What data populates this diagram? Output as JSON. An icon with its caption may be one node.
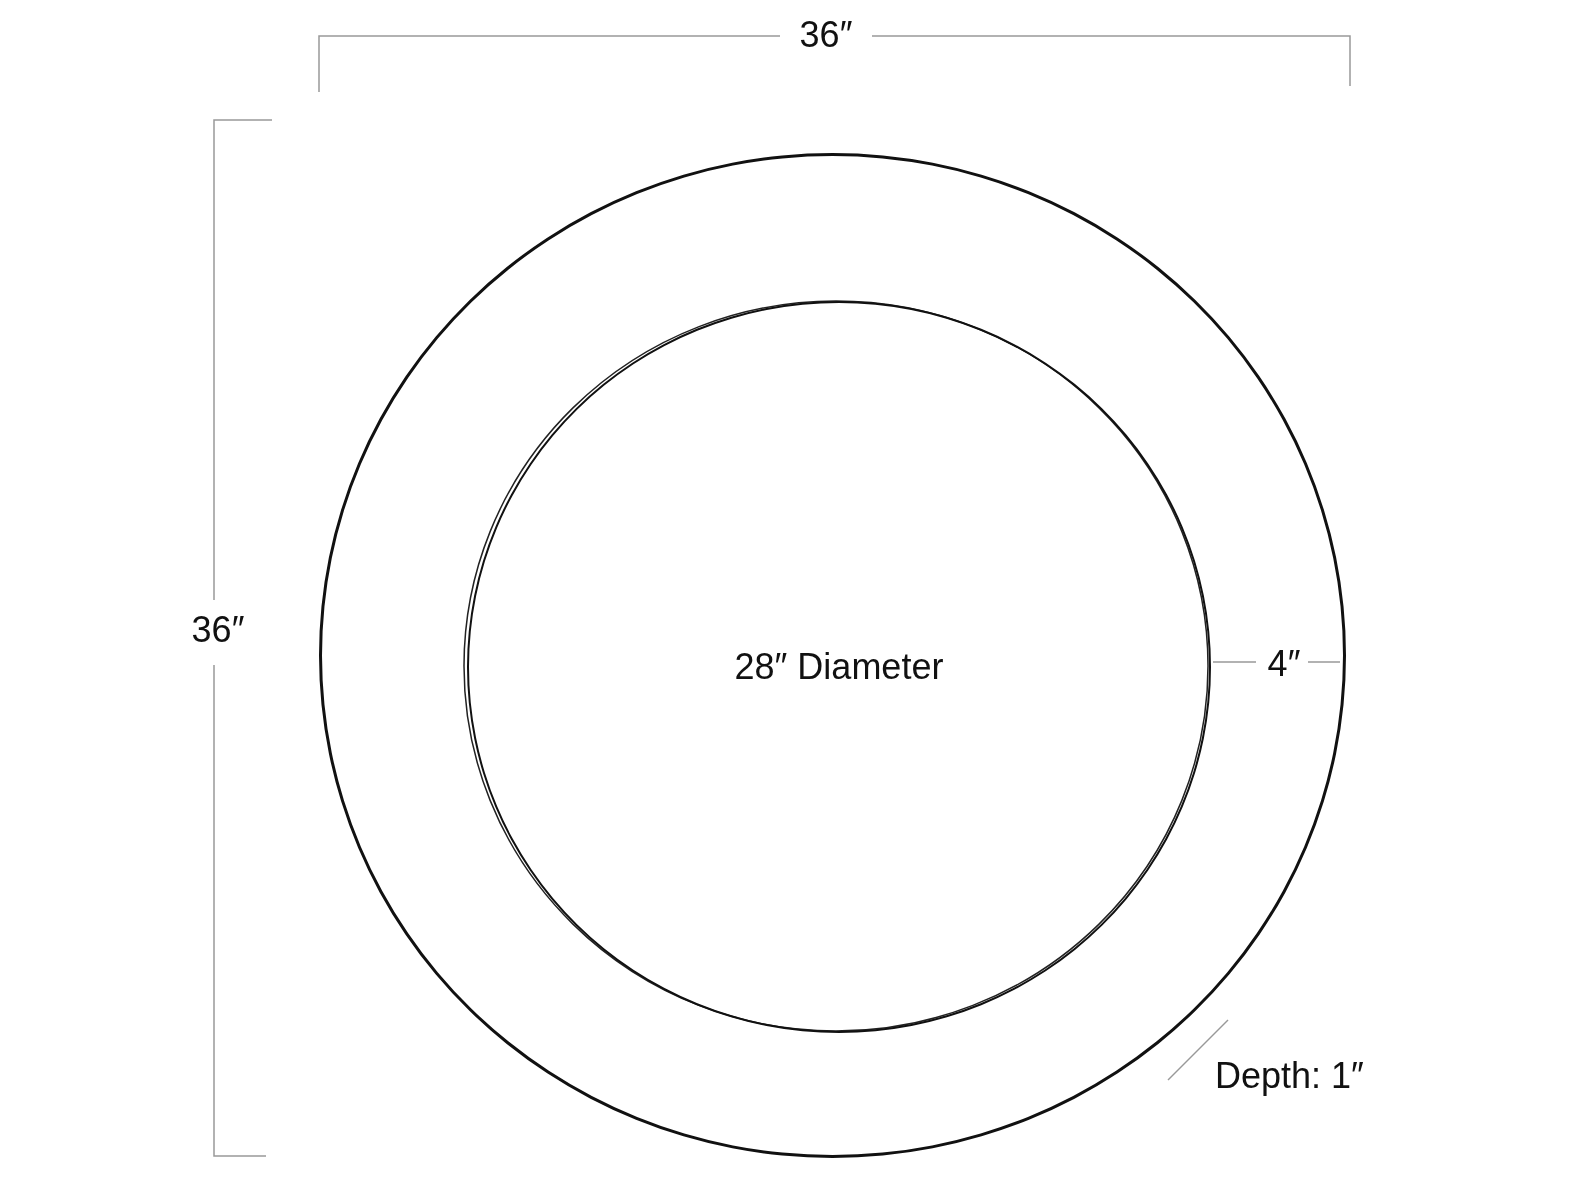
{
  "diagram": {
    "nodes": [
      {
        "text": [],
        "shape": "circle"
      },
      {
        "text": [
          "28″ Diameter"
        ],
        "in": 0
      }
    ],
    "labels": [
      "36″",
      "36″",
      "4″",
      "Depth: 1″"
    ]
  }
}
